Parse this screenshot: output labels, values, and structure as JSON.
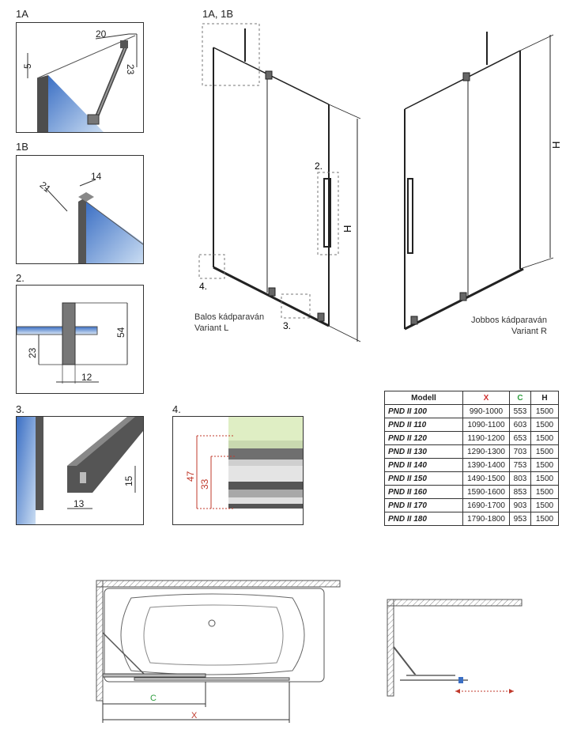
{
  "detail_labels": {
    "d1a": "1A",
    "d1b": "1B",
    "d2": "2.",
    "d3": "3.",
    "d4": "4.",
    "main_1a1b": "1A, 1B"
  },
  "dims_1a": {
    "a": "20",
    "b": "5",
    "c": "23"
  },
  "dims_1b": {
    "a": "21",
    "b": "14"
  },
  "dims_2": {
    "a": "54",
    "b": "23",
    "c": "12"
  },
  "dims_3": {
    "a": "15",
    "b": "13"
  },
  "dims_4": {
    "a": "47",
    "b": "33"
  },
  "main_view": {
    "callout_2": "2.",
    "callout_3": "3.",
    "callout_4": "4.",
    "height_left": "H",
    "height_right": "H",
    "caption_left_line1": "Balos kádparaván",
    "caption_left_line2": "Variant L",
    "caption_right_line1": "Jobbos kádparaván",
    "caption_right_line2": "Variant R"
  },
  "table": {
    "headers": [
      "Modell",
      "X",
      "C",
      "H"
    ],
    "header_colors": [
      "#222222",
      "#d03030",
      "#2e9e3e",
      "#222222"
    ],
    "rows": [
      [
        "PND II 100",
        "990-1000",
        "553",
        "1500"
      ],
      [
        "PND II 110",
        "1090-1100",
        "603",
        "1500"
      ],
      [
        "PND II 120",
        "1190-1200",
        "653",
        "1500"
      ],
      [
        "PND II 130",
        "1290-1300",
        "703",
        "1500"
      ],
      [
        "PND II 140",
        "1390-1400",
        "753",
        "1500"
      ],
      [
        "PND II 150",
        "1490-1500",
        "803",
        "1500"
      ],
      [
        "PND II 160",
        "1590-1600",
        "853",
        "1500"
      ],
      [
        "PND II 170",
        "1690-1700",
        "903",
        "1500"
      ],
      [
        "PND II 180",
        "1790-1800",
        "953",
        "1500"
      ]
    ]
  },
  "plan_view": {
    "c_label": "C",
    "x_label": "X"
  }
}
